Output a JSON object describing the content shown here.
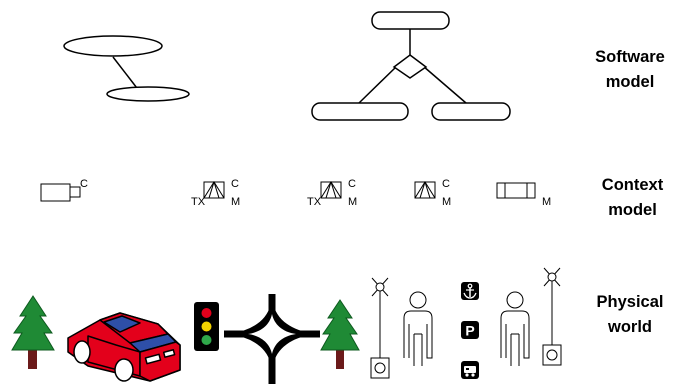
{
  "labels": {
    "software": [
      "Software",
      "model"
    ],
    "context": [
      "Context",
      "model"
    ],
    "physical": [
      "Physical",
      "world"
    ]
  },
  "context_marks": {
    "c": "C",
    "m": "M",
    "tx": "TX"
  },
  "signs": {
    "parking": "P"
  },
  "colors": {
    "tree_green": "#1f8a35",
    "tree_trunk": "#6b1a1a",
    "car_red": "#e3001b",
    "car_blue": "#2e4fa8",
    "light_red": "#e3001b",
    "light_yellow": "#f2d200",
    "light_green": "#2fa84a"
  }
}
